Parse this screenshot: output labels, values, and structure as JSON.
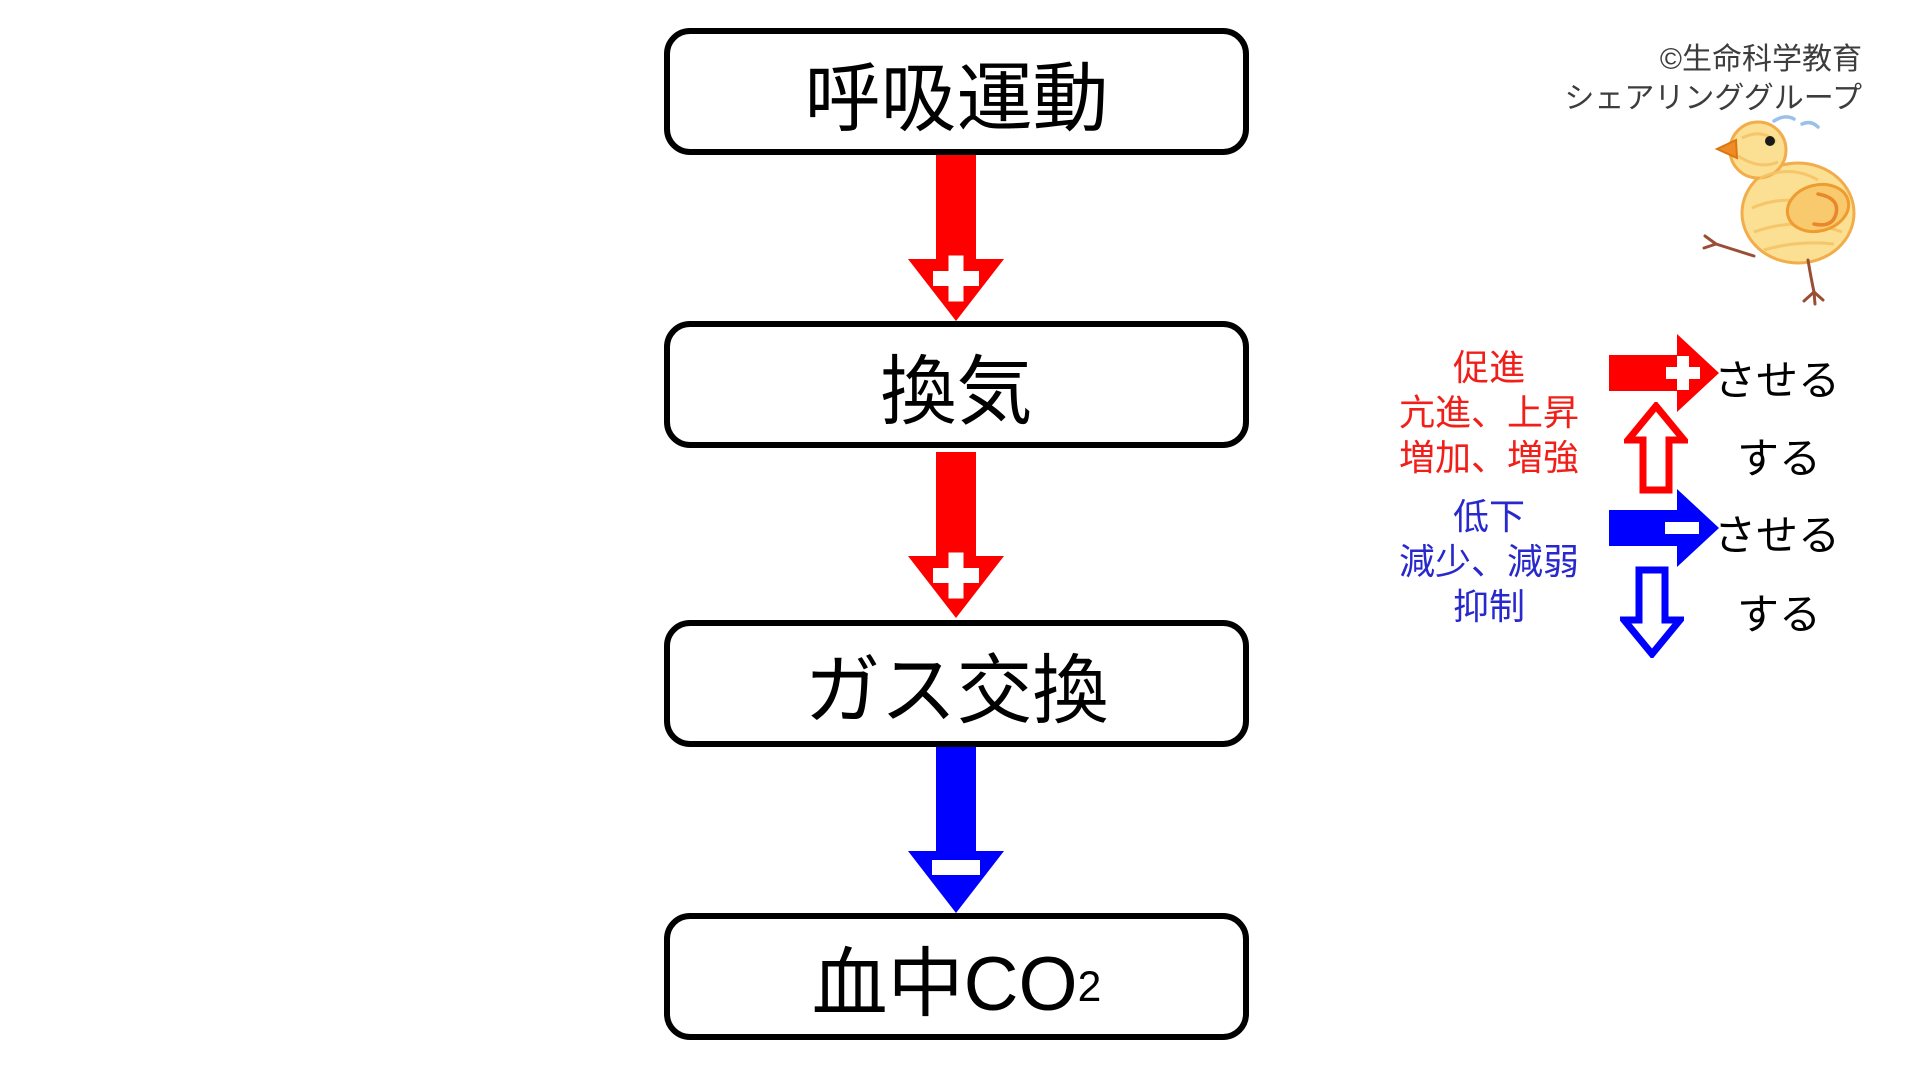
{
  "slide": {
    "background": "#ffffff",
    "credit": {
      "line1": "©生命科学教育",
      "line2": "シェアリンググループ"
    },
    "mascot_icon": "chick-doodle"
  },
  "colors": {
    "promote_red": "#ff0000",
    "suppress_blue": "#0000ff",
    "promote_text_red": "#f01f1a",
    "suppress_text_blue": "#2828cd",
    "box_border": "#000000",
    "credit_text": "#3d3d3d"
  },
  "flow": {
    "boxes": [
      {
        "label": "呼吸運動"
      },
      {
        "label": "換気"
      },
      {
        "label": "ガス交換"
      },
      {
        "label": "血中CO",
        "label_sub": "2"
      }
    ],
    "arrows": [
      {
        "from": "呼吸運動",
        "to": "換気",
        "sign": "+",
        "color": "#ff0000"
      },
      {
        "from": "換気",
        "to": "ガス交換",
        "sign": "+",
        "color": "#ff0000"
      },
      {
        "from": "ガス交換",
        "to": "血中CO2",
        "sign": "−",
        "color": "#0000ff"
      }
    ]
  },
  "legend": {
    "increase": {
      "terms": [
        "促進",
        "亢進、上昇",
        "増加、増強"
      ],
      "solid_arrow_label": "させる",
      "hollow_arrow_label": "する"
    },
    "decrease": {
      "terms": [
        "低下",
        "減少、減弱",
        "抑制"
      ],
      "solid_arrow_label": "させる",
      "hollow_arrow_label": "する"
    }
  }
}
